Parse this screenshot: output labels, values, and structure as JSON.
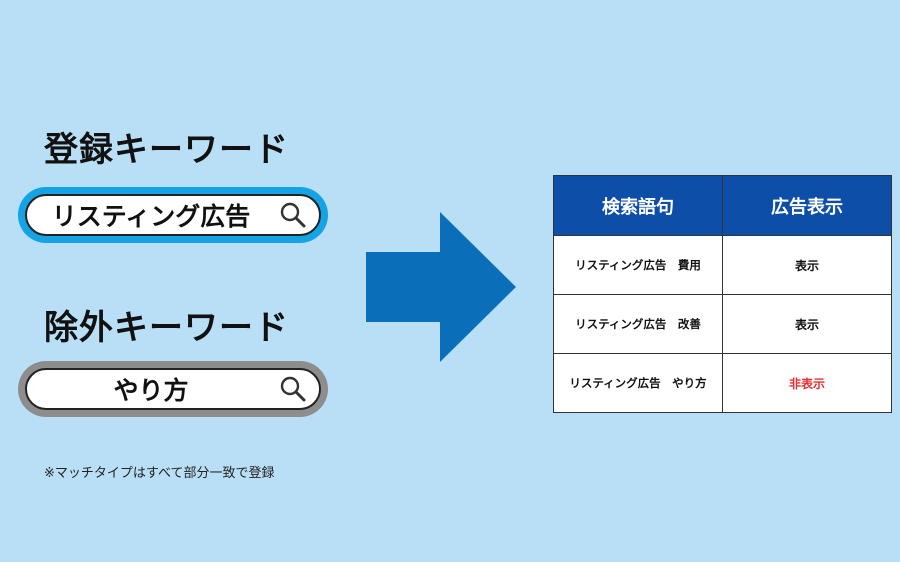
{
  "registered": {
    "heading": "登録キーワード",
    "search_text": "リスティング広告"
  },
  "excluded": {
    "heading": "除外キーワード",
    "search_text": "やり方"
  },
  "note": "※マッチタイプはすべて部分一致で登録",
  "table": {
    "headers": [
      "検索語句",
      "広告表示"
    ],
    "rows": [
      {
        "query": "リスティング広告　費用",
        "display": "表示"
      },
      {
        "query": "リスティング広告　改善",
        "display": "表示"
      },
      {
        "query": "リスティング広告　やり方",
        "display": "非表示"
      }
    ]
  },
  "colors": {
    "background": "#b9dff7",
    "registered_border": "#14a3e5",
    "excluded_border": "#8d8d8d",
    "arrow": "#0a6fb8",
    "table_header": "#0d4ea8",
    "hidden_text": "#e53030"
  },
  "icons": [
    "search-icon",
    "right-arrow-icon"
  ]
}
